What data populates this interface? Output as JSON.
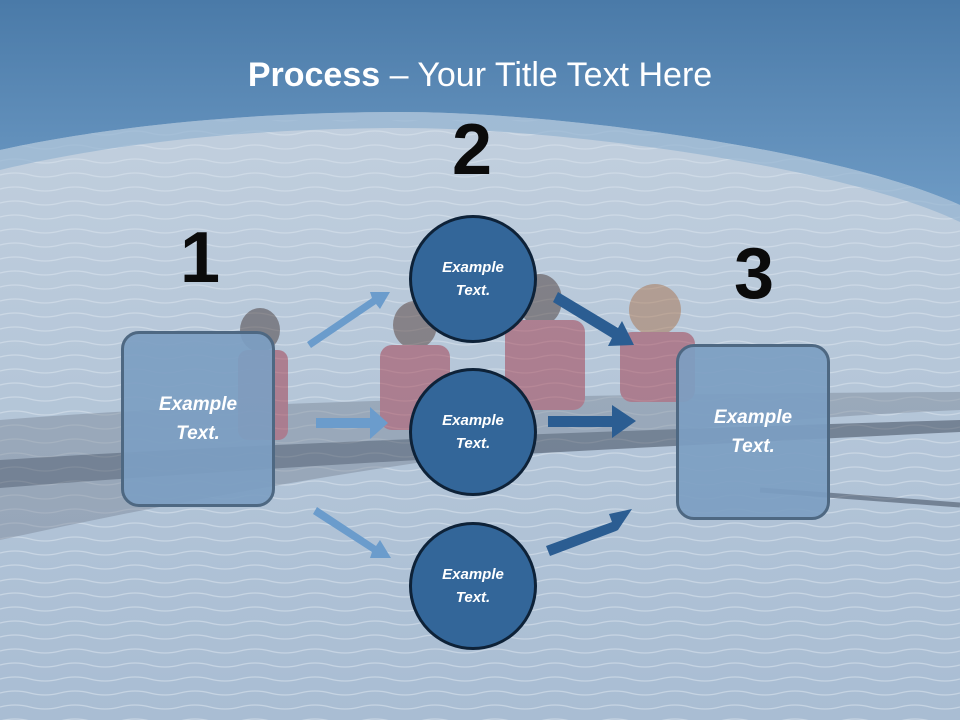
{
  "title": {
    "bold": "Process",
    "rest": " – Your Title Text Here"
  },
  "steps": [
    {
      "number": "1",
      "label": "Example\nText."
    },
    {
      "number": "2",
      "label": "Example\nText."
    },
    {
      "number": "3",
      "label": "Example\nText."
    }
  ],
  "circles": [
    {
      "label": "Example\nText."
    },
    {
      "label": "Example\nText."
    },
    {
      "label": "Example\nText."
    }
  ],
  "colors": {
    "banner": "#4f7fae",
    "circle_fill": "#336699",
    "box_fill": "#7c9ec2",
    "arrow_light": "#6b9ccc",
    "arrow_dark": "#2b5d92"
  }
}
